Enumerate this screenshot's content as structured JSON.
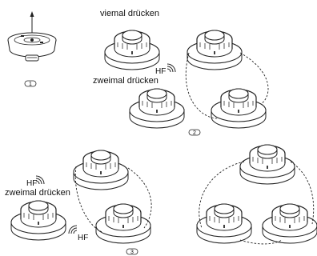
{
  "labels": {
    "press_four_times": "viemal drücken",
    "press_twice_top": "zweimal drücken",
    "press_twice_bottom": "zweimal drücken",
    "hf_top": "HF",
    "hf_left": "HF",
    "hf_bottom": "HF"
  },
  "steps": [
    "1",
    "2",
    "3"
  ],
  "icons": {
    "device": "round-push-button-device",
    "signal": "radio-waves-icon",
    "arrow": "up-arrow-icon"
  },
  "colors": {
    "line": "#222222",
    "fill": "#ffffff"
  }
}
